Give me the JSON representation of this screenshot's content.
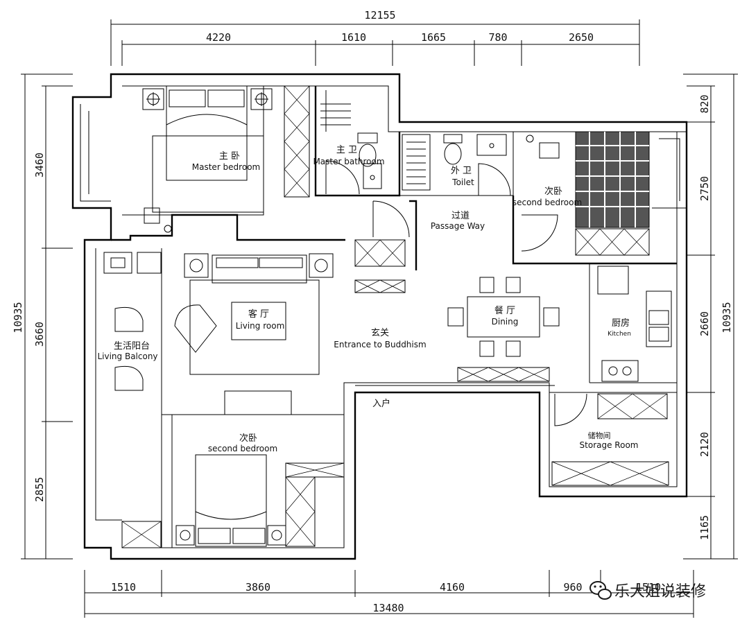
{
  "dimensions": {
    "top_total": "12155",
    "top_segments": [
      "4220",
      "1610",
      "1665",
      "780",
      "2650"
    ],
    "left_total": "10935",
    "left_segments": [
      "3460",
      "3660",
      "2855"
    ],
    "right_total": "10935",
    "right_segments": [
      "820",
      "2750",
      "2660",
      "2120",
      "1165"
    ],
    "bottom_total": "13480",
    "bottom_segments": [
      "1510",
      "3860",
      "4160",
      "960",
      "1510"
    ]
  },
  "rooms": {
    "master_bedroom": {
      "cn": "主 卧",
      "en": "Master bedroom"
    },
    "master_bathroom": {
      "cn": "主 卫",
      "en": "Master bathroom"
    },
    "toilet": {
      "cn": "外 卫",
      "en": "Toilet"
    },
    "second_bedroom_ne": {
      "cn": "次卧",
      "en": "second bedroom"
    },
    "passage": {
      "cn": "过道",
      "en": "Passage Way"
    },
    "living_room": {
      "cn": "客 厅",
      "en": "Living room"
    },
    "dining": {
      "cn": "餐 厅",
      "en": "Dining"
    },
    "kitchen": {
      "cn": "厨房",
      "en": "Kitchen"
    },
    "entrance": {
      "cn": "玄关",
      "en": "Entrance to Buddhism"
    },
    "balcony": {
      "cn": "生活阳台",
      "en": "Living Balcony"
    },
    "second_bedroom_sw": {
      "cn": "次卧",
      "en": "second bedroom"
    },
    "storage": {
      "cn": "储物间",
      "en": "Storage Room"
    },
    "entry": {
      "cn": "入户"
    }
  },
  "watermark": {
    "text": "乐大姐说装修",
    "icon": "wechat-icon"
  }
}
